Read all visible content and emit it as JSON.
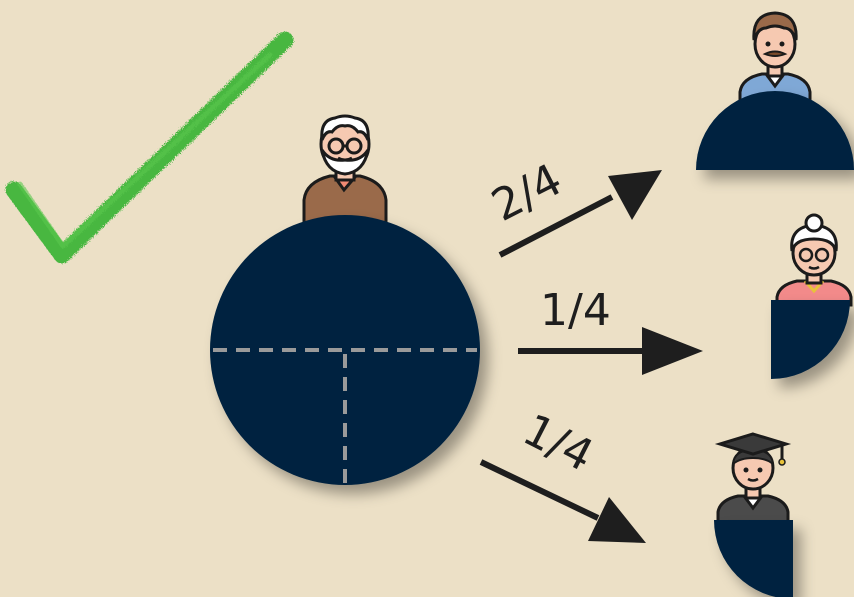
{
  "colors": {
    "background": "#ece0c6",
    "pie": "#05233f",
    "arrow": "#1e1e1e",
    "check": "#3fb53a",
    "divider": "#9a9a9a"
  },
  "shares": {
    "top": {
      "label": "2/4",
      "fraction": 0.5,
      "recipient_icon": "man-with-mustache-icon"
    },
    "middle": {
      "label": "1/4",
      "fraction": 0.25,
      "recipient_icon": "grandmother-icon"
    },
    "bottom": {
      "label": "1/4",
      "fraction": 0.25,
      "recipient_icon": "graduate-icon"
    }
  },
  "source_icon": "grandfather-icon",
  "decoration_icon": "check-mark-icon"
}
